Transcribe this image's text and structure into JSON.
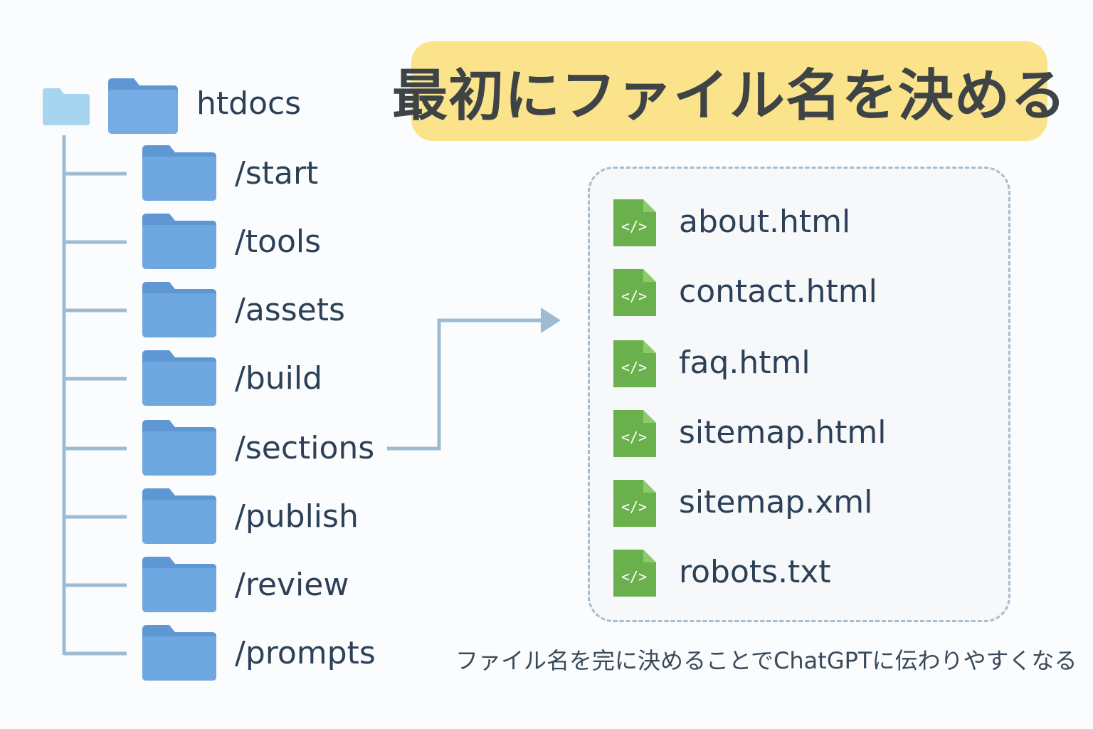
{
  "title": "最初にファイル名を決める",
  "root": {
    "label": "htdocs",
    "icon": "folder-icon"
  },
  "folders": [
    {
      "label": "/start"
    },
    {
      "label": "/tools"
    },
    {
      "label": "/assets"
    },
    {
      "label": "/build"
    },
    {
      "label": "/sections"
    },
    {
      "label": "/publish"
    },
    {
      "label": "/review"
    },
    {
      "label": "/prompts"
    }
  ],
  "files": [
    {
      "label": "about.html",
      "icon_text": "</>"
    },
    {
      "label": "contact.html",
      "icon_text": "</>"
    },
    {
      "label": "faq.html",
      "icon_text": "</>"
    },
    {
      "label": "sitemap.html",
      "icon_text": "</>"
    },
    {
      "label": "sitemap.xml",
      "icon_text": "</>"
    },
    {
      "label": "robots.txt",
      "icon_text": "</>"
    }
  ],
  "caption": "ファイル名を完に決めることでChatGPTに伝わりやすくなる",
  "colors": {
    "folder": "#6fa8e0",
    "folder_tab": "#5e97d4",
    "tree_line": "#9dbcd3",
    "file_icon": "#6ab04c",
    "title_bg": "#fbe38c"
  }
}
